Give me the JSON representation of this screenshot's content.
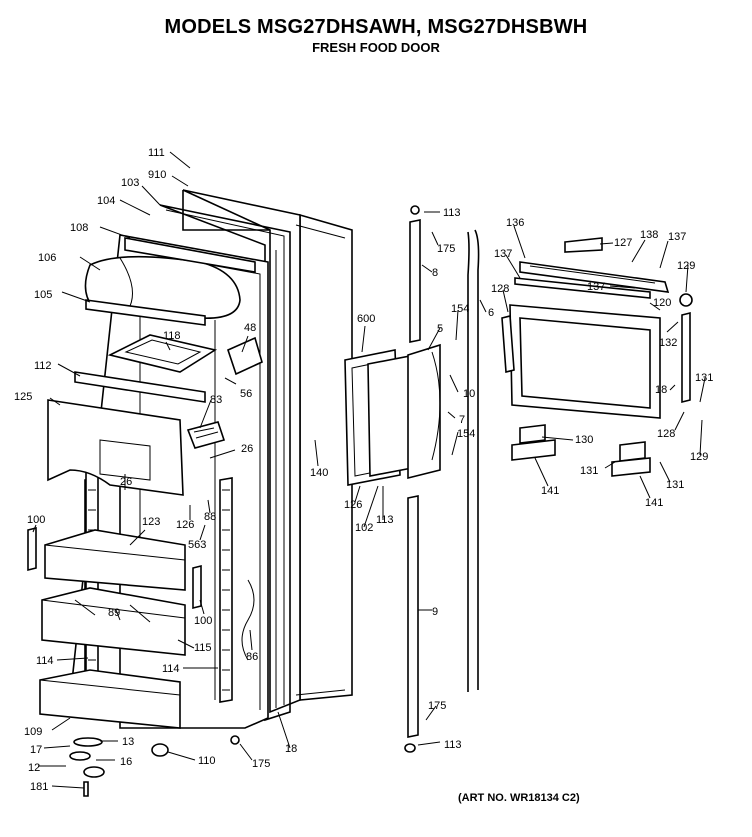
{
  "header": {
    "title": "MODELS MSG27DHSAWH, MSG27DHSBWH",
    "subtitle": "FRESH FOOD DOOR"
  },
  "footer": {
    "art_no": "(ART NO. WR18134 C2)"
  },
  "callouts": {
    "c111": "111",
    "c910": "910",
    "c103": "103",
    "c104": "104",
    "c108": "108",
    "c106": "106",
    "c105": "105",
    "c118": "118",
    "c48": "48",
    "c112": "112",
    "c56": "56",
    "c125": "125",
    "c83": "83",
    "c26a": "26",
    "c26b": "26",
    "c126a": "126",
    "c88": "88",
    "c563": "563",
    "c100a": "100",
    "c123": "123",
    "c100b": "100",
    "c89": "89",
    "c115": "115",
    "c114a": "114",
    "c114b": "114",
    "c86": "86",
    "c109": "109",
    "c13": "13",
    "c17": "17",
    "c16": "16",
    "c12": "12",
    "c181": "181",
    "c110": "110",
    "c175a": "175",
    "c18": "18",
    "c140": "140",
    "c600": "600",
    "c126b": "126",
    "c102": "102",
    "c113a": "113",
    "c113b": "113",
    "c175b": "175",
    "c8": "8",
    "c5": "5",
    "c154a": "154",
    "c6": "6",
    "c10": "10",
    "c7": "7",
    "c154b": "154",
    "c9": "9",
    "c175c": "175",
    "c113c": "113",
    "c136": "136",
    "c127": "127",
    "c138": "138",
    "c137a": "137",
    "c137b": "137",
    "c137c": "137",
    "c129a": "129",
    "c128a": "128",
    "c120": "120",
    "c132": "132",
    "c131a": "131",
    "c18b": "18",
    "c128b": "128",
    "c130": "130",
    "c131b": "131",
    "c131c": "131",
    "c129b": "129",
    "c141a": "141",
    "c141b": "141"
  }
}
